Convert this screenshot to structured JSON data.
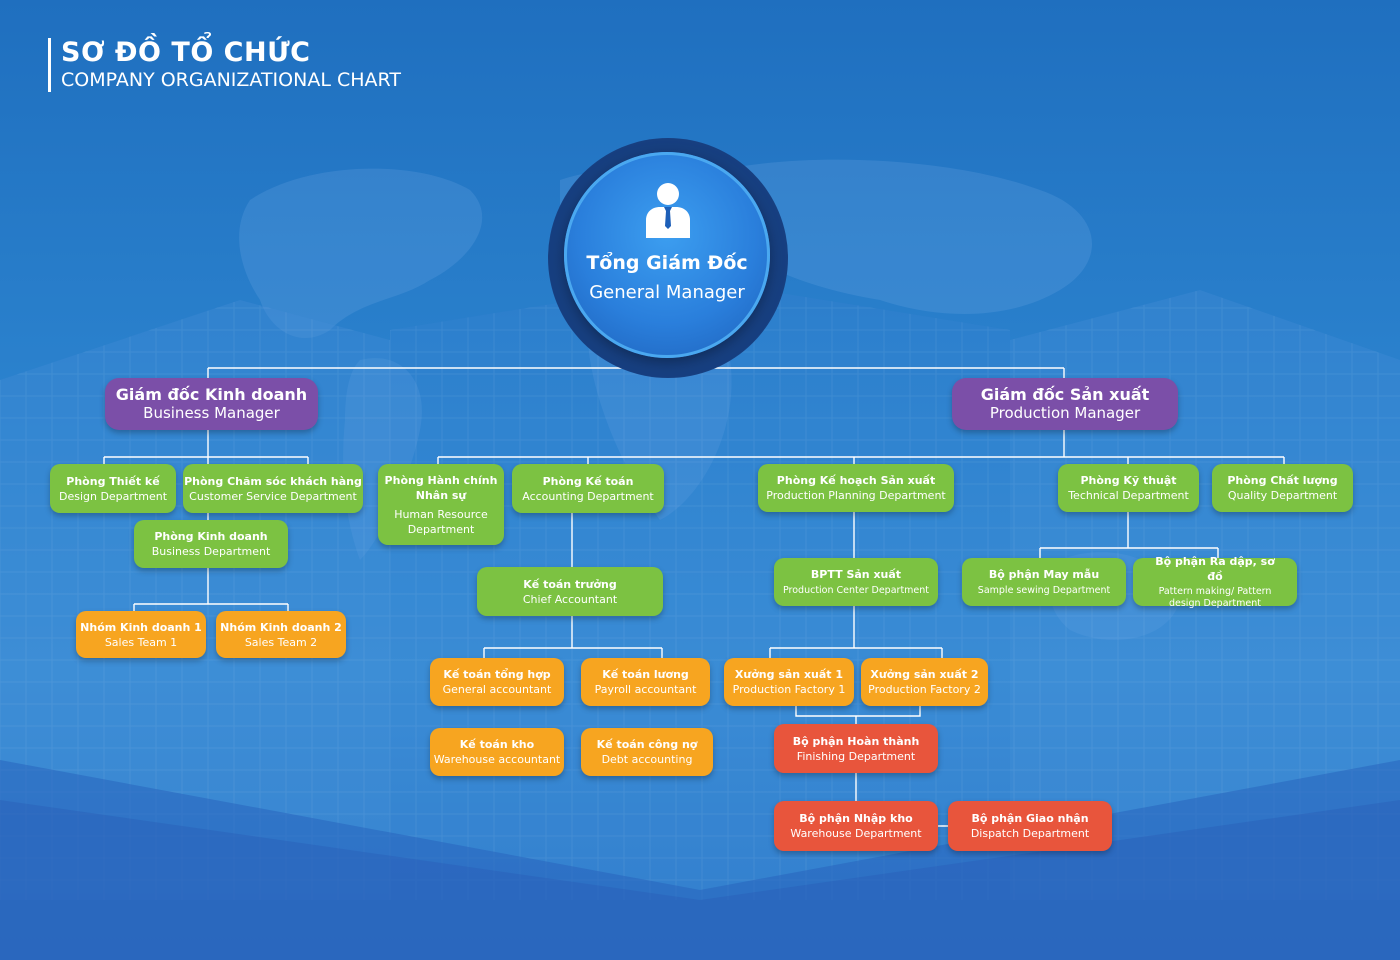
{
  "header": {
    "title_vi": "SƠ ĐỒ TỔ CHỨC",
    "title_en": "COMPANY ORGANIZATIONAL CHART"
  },
  "general_manager": {
    "vi": "Tổng Giám Đốc",
    "en": "General Manager",
    "icon": "manager-person-icon"
  },
  "managers": {
    "business": {
      "vi": "Giám đốc Kinh doanh",
      "en": "Business Manager"
    },
    "production": {
      "vi": "Giám đốc Sản xuất",
      "en": "Production Manager"
    }
  },
  "nodes": {
    "design": {
      "vi": "Phòng Thiết kế",
      "en": "Design Department"
    },
    "customer_service": {
      "vi": "Phòng Chăm sóc khách hàng",
      "en": "Customer Service Department"
    },
    "business_dept": {
      "vi": "Phòng Kinh doanh",
      "en": "Business Department"
    },
    "sales1": {
      "vi": "Nhóm Kinh doanh 1",
      "en": "Sales Team 1"
    },
    "sales2": {
      "vi": "Nhóm Kinh doanh 2",
      "en": "Sales Team 2"
    },
    "hr": {
      "vi": "Phòng Hành chính Nhân sự",
      "en": "Human Resource Department"
    },
    "accounting": {
      "vi": "Phòng Kế toán",
      "en": "Accounting Department"
    },
    "chief_accountant": {
      "vi": "Kế toán trưởng",
      "en": "Chief Accountant"
    },
    "general_acc": {
      "vi": "Kế toán tổng hợp",
      "en": "General accountant"
    },
    "payroll_acc": {
      "vi": "Kế toán lương",
      "en": "Payroll accountant"
    },
    "warehouse_acc": {
      "vi": "Kế toán kho",
      "en": "Warehouse accountant"
    },
    "debt_acc": {
      "vi": "Kế toán công nợ",
      "en": "Debt accounting"
    },
    "planning": {
      "vi": "Phòng Kế hoạch Sản xuất",
      "en": "Production Planning Department"
    },
    "bptt": {
      "vi": "BPTT Sản xuất",
      "en": "Production Center Department"
    },
    "factory1": {
      "vi": "Xưởng sản xuất 1",
      "en": "Production Factory 1"
    },
    "factory2": {
      "vi": "Xưởng sản xuất 2",
      "en": "Production Factory 2"
    },
    "finishing": {
      "vi": "Bộ phận Hoàn thành",
      "en": "Finishing Department"
    },
    "warehouse": {
      "vi": "Bộ phận Nhập kho",
      "en": "Warehouse Department"
    },
    "dispatch": {
      "vi": "Bộ phận Giao nhận",
      "en": "Dispatch Department"
    },
    "technical": {
      "vi": "Phòng Kỹ thuật",
      "en": "Technical Department"
    },
    "quality": {
      "vi": "Phòng Chất lượng",
      "en": "Quality Department"
    },
    "sample": {
      "vi": "Bộ phận May mẫu",
      "en": "Sample sewing Department"
    },
    "pattern": {
      "vi": "Bộ phận Ra dập, sơ đồ",
      "en": "Pattern making/ Pattern design Department"
    }
  },
  "colors": {
    "background": "#2c84cf",
    "level1": "#7b4fa8",
    "department": "#7cc242",
    "team": "#f7a520",
    "production_unit": "#e8553c",
    "connector": "#ffffff"
  }
}
